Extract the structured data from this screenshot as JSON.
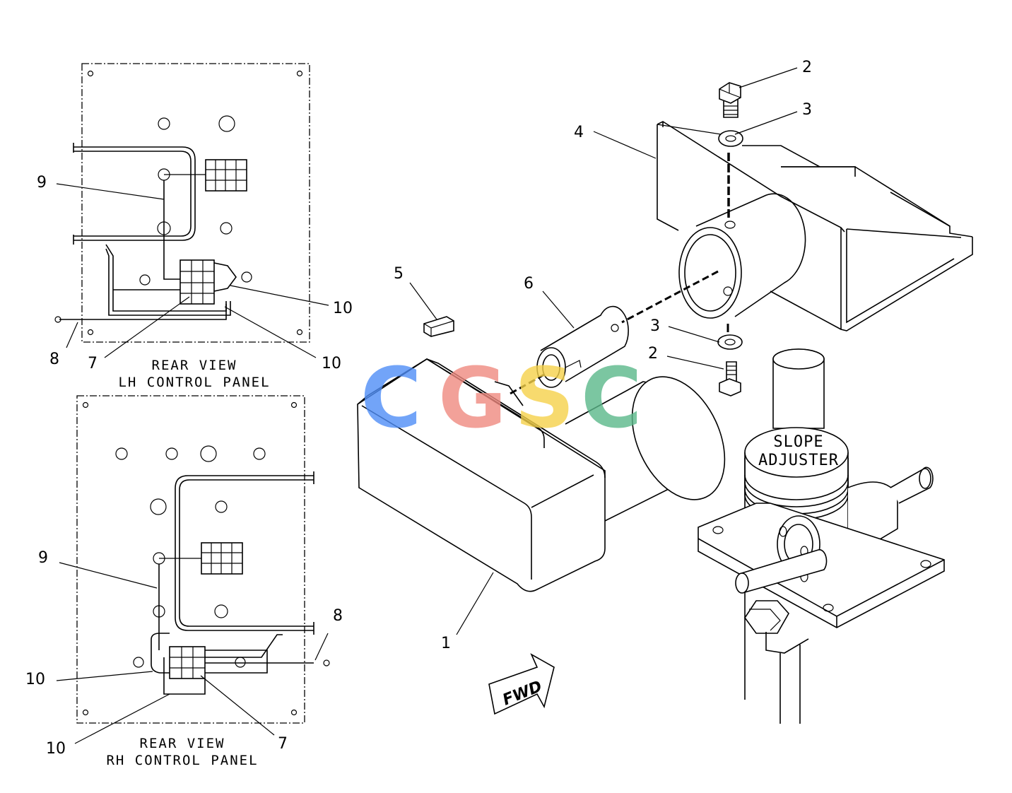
{
  "diagram": {
    "lh_panel": {
      "caption_line1": "REAR VIEW",
      "caption_line2": "LH CONTROL PANEL",
      "callouts": [
        "9",
        "8",
        "7",
        "10",
        "10"
      ]
    },
    "rh_panel": {
      "caption_line1": "REAR VIEW",
      "caption_line2": "RH CONTROL PANEL",
      "callouts": [
        "9",
        "8",
        "10",
        "10",
        "7"
      ]
    },
    "assembly": {
      "callouts": [
        "2",
        "3",
        "4",
        "5",
        "6",
        "3",
        "2",
        "1"
      ],
      "slope_adjuster_line1": "SLOPE",
      "slope_adjuster_line2": "ADJUSTER",
      "direction_arrow": "FWD"
    },
    "watermark": {
      "letters": [
        "C",
        "G",
        "S",
        "C"
      ],
      "colors": [
        "#4f8ef7",
        "#f08a80",
        "#f6d24a",
        "#5bb88a"
      ]
    }
  }
}
